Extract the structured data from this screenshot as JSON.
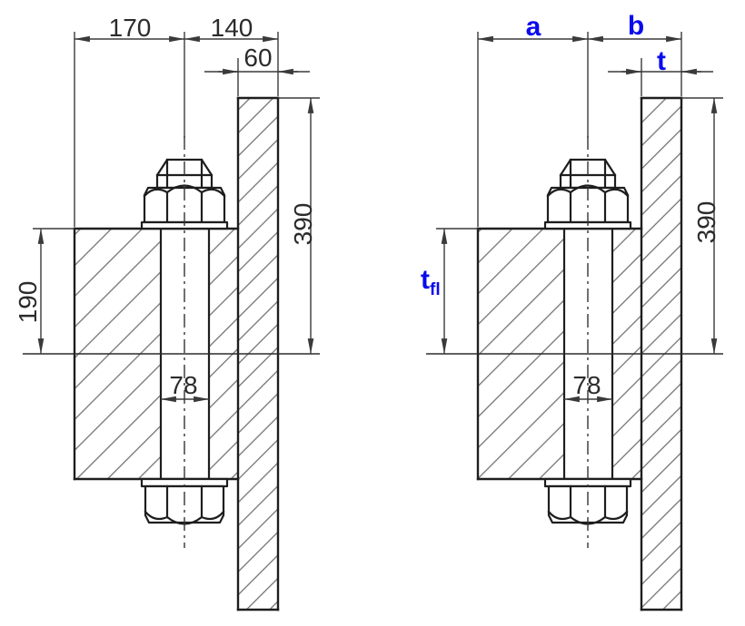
{
  "colors": {
    "line": "#1e1e1e",
    "dim": "#3a3a3a",
    "hatch": "#6e6e6e",
    "blue": "#0a0aee",
    "text": "#2b2b2b",
    "bg": "#ffffff"
  },
  "drawings": {
    "left": {
      "horizontal_left": "170",
      "horizontal_right": "140",
      "wall_thickness": "60",
      "wall_height": "390",
      "flange_thickness": "190",
      "bolt_hole": "78"
    },
    "right": {
      "horizontal_left": "a",
      "horizontal_right": "b",
      "wall_thickness": "t",
      "wall_height": "390",
      "flange_thickness_main": "t",
      "flange_thickness_sub": "fl",
      "bolt_hole": "78"
    }
  }
}
